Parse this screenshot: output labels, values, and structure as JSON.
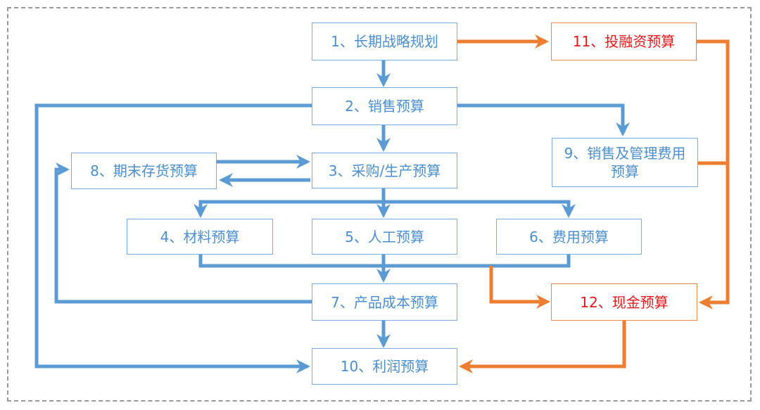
{
  "colors": {
    "blue": "#5b9bd5",
    "orange": "#ed7d31",
    "blue_text": "#4a8fd0",
    "red_text": "#e8171b",
    "frame": "#9a9a9a"
  },
  "nodes": {
    "n1": "1、长期战略规划",
    "n2": "2、销售预算",
    "n3": "3、采购/生产预算",
    "n4": "4、材料预算",
    "n5": "5、人工预算",
    "n6": "6、费用预算",
    "n7": "7、产品成本预算",
    "n8": "8、期末存货预算",
    "n9_line1": "9、销售及管理费用",
    "n9_line2": "预算",
    "n10": "10、利润预算",
    "n11": "11、投融资预算",
    "n12": "12、现金预算"
  }
}
